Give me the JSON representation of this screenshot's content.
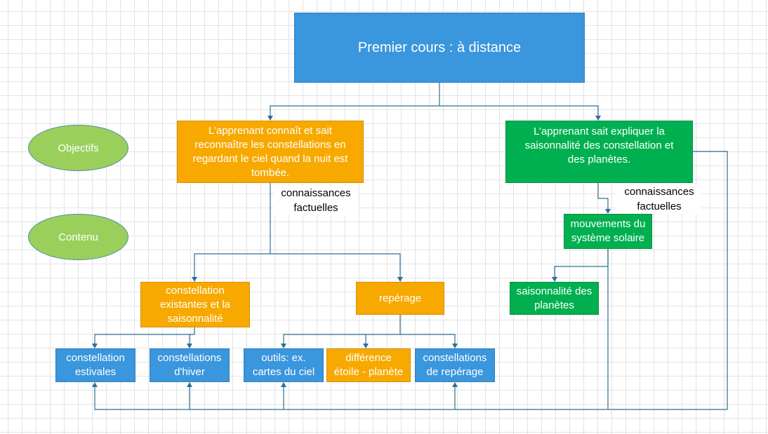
{
  "diagram": {
    "title": "Premier cours : à distance",
    "legend": {
      "objectifs": "Objectifs",
      "contenu": "Contenu"
    },
    "objective_left": "L’apprenant connaît et sait\nreconnaître les constellations en\nregardant le ciel quand la nuit est\ntombée.",
    "objective_right": "L’apprenant sait expliquer la\nsaisonnalité des constellation et\ndes planètes.",
    "edge_label_left": "connaissances\nfactuelles",
    "edge_label_right": "connaissances\nfactuelles",
    "node_const_existantes": "constellation\nexistantes et la\nsaisonnalité",
    "node_reperage": "repérage",
    "node_mouvements": "mouvements du\nsystème solaire",
    "node_saisonnalite_planetes": "saisonnalité des\nplanètes",
    "leaf_estivales": "constellation\nestivales",
    "leaf_hiver": "constellations\nd'hiver",
    "leaf_outils": "outils: ex.\ncartes du ciel",
    "leaf_difference": "différence\nétoile - planète",
    "leaf_const_reperage": "constellations\nde repérage",
    "colors": {
      "blue": "#3a96dd",
      "orange": "#f7a900",
      "green": "#00b050",
      "ellipse": "#9bcf5c",
      "connector": "#2f6f96"
    }
  }
}
